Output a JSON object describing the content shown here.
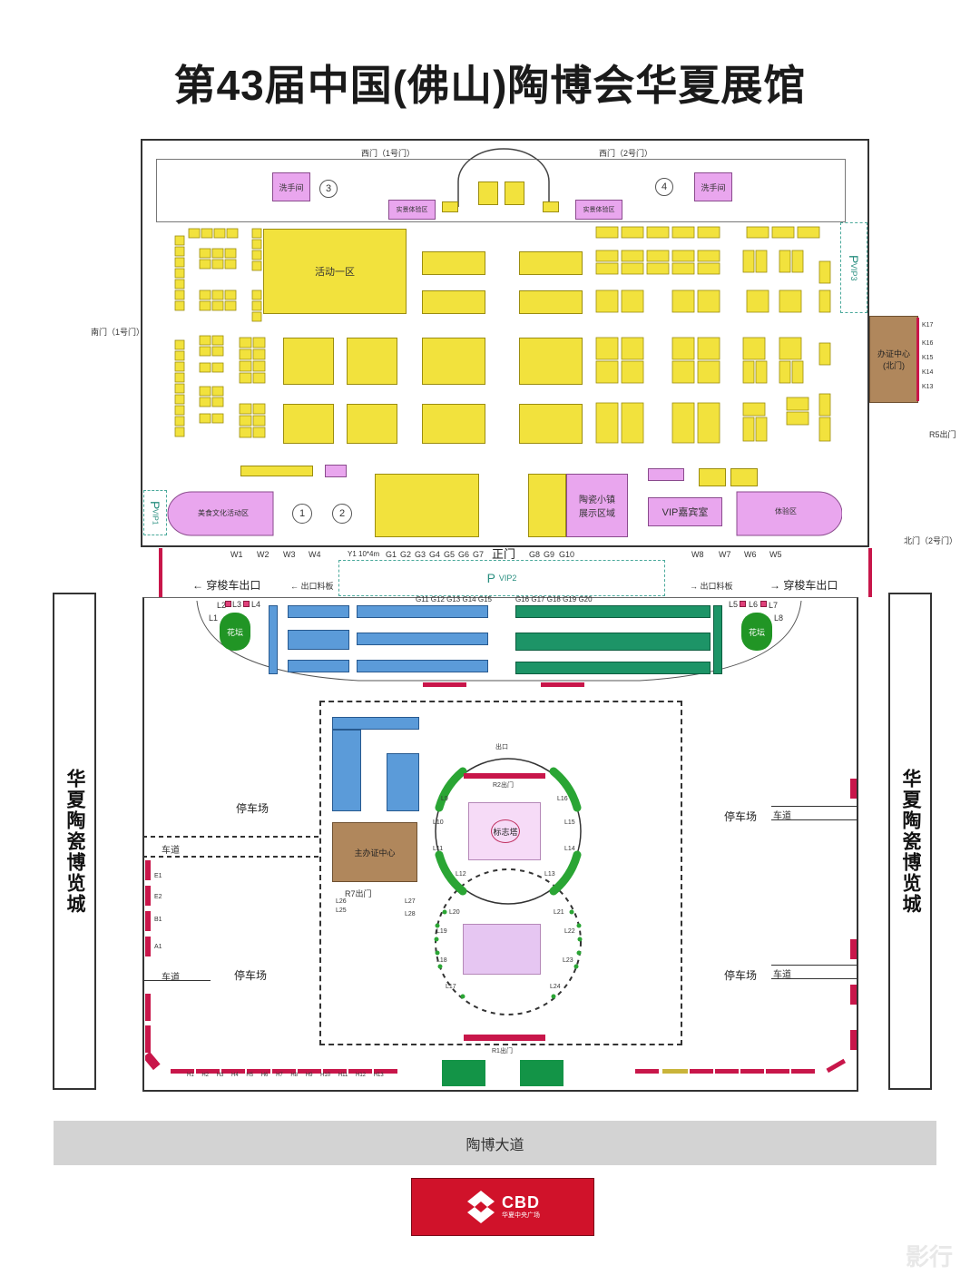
{
  "title": "第43届中国(佛山)陶博会华夏展馆",
  "gates": {
    "west1": "西门（1号门）",
    "west2": "西门（2号门）",
    "south1": "南门（1号门）",
    "north2": "北门（2号门）",
    "main": "正门",
    "r5": "R5出门"
  },
  "hall_zones": {
    "activity1": "活动一区",
    "office_center": "办证中心",
    "office_sub": "(北门)",
    "ceramic_town": "陶瓷小镇",
    "ceramic_town_sub": "展示区域",
    "vip_lounge": "VIP嘉宾室",
    "experience": "体验区",
    "food_zone": "美食文化活动区",
    "display": "实景体验区",
    "restroom": "洗手间"
  },
  "parking": {
    "vip1": "VIP1",
    "vip2": "VIP2",
    "vip3": "VIP3",
    "p": "P"
  },
  "shuttle": {
    "left": "穿梭车出口",
    "right": "穿梭车出口",
    "exit_left": "出口料板",
    "exit_right": "出口料板"
  },
  "outdoor": {
    "flower_left": "花坛",
    "flower_right": "花坛",
    "parking_lot": "停车场",
    "lane": "车道",
    "office_main": "主办证中心",
    "landmark": "标志塔",
    "entrance": "出口",
    "r2": "R2出门",
    "r1": "R1出门",
    "r7": "R7出门"
  },
  "side_left": "华夏陶瓷博览城",
  "side_right": "华夏陶瓷博览城",
  "avenue": "陶博大道",
  "logo": {
    "brand": "CBD",
    "sub": "华夏中央广场"
  },
  "watermark": "影行",
  "booth_labels": {
    "g_left": [
      "W1",
      "W2",
      "W3",
      "W4"
    ],
    "g_mid": [
      "Y1 10*4m",
      "G1",
      "G2",
      "G3",
      "G4",
      "G5",
      "G6",
      "G7"
    ],
    "g_right": [
      "G8",
      "G9",
      "G10"
    ],
    "w_right": [
      "W8",
      "W7",
      "W6",
      "W5"
    ],
    "g_row2_left": [
      "G11",
      "G12",
      "G13",
      "G14",
      "G15"
    ],
    "g_row2_right": [
      "G16",
      "G17",
      "G18",
      "G19",
      "G20"
    ],
    "l_left": [
      "L1",
      "L2",
      "L3",
      "L4"
    ],
    "l_right": [
      "L5",
      "L6",
      "L7",
      "L8"
    ],
    "circle_l": [
      "L9",
      "L10",
      "L11",
      "L12",
      "L13",
      "L14",
      "L15",
      "L16"
    ],
    "circle_l2": [
      "L17",
      "L18",
      "L19",
      "L20",
      "L21",
      "L22",
      "L23",
      "L24"
    ],
    "left_l": [
      "L25",
      "L26",
      "L27",
      "L28"
    ],
    "k_right": [
      "K17",
      "K16",
      "K15",
      "K14",
      "K13"
    ],
    "h_bottom": [
      "H1",
      "H2",
      "H3",
      "H4",
      "H5",
      "H6",
      "H7",
      "H8",
      "H9",
      "H10",
      "H11",
      "H12",
      "H13"
    ],
    "a_left": [
      "E1",
      "E2",
      "B1",
      "A1"
    ]
  }
}
